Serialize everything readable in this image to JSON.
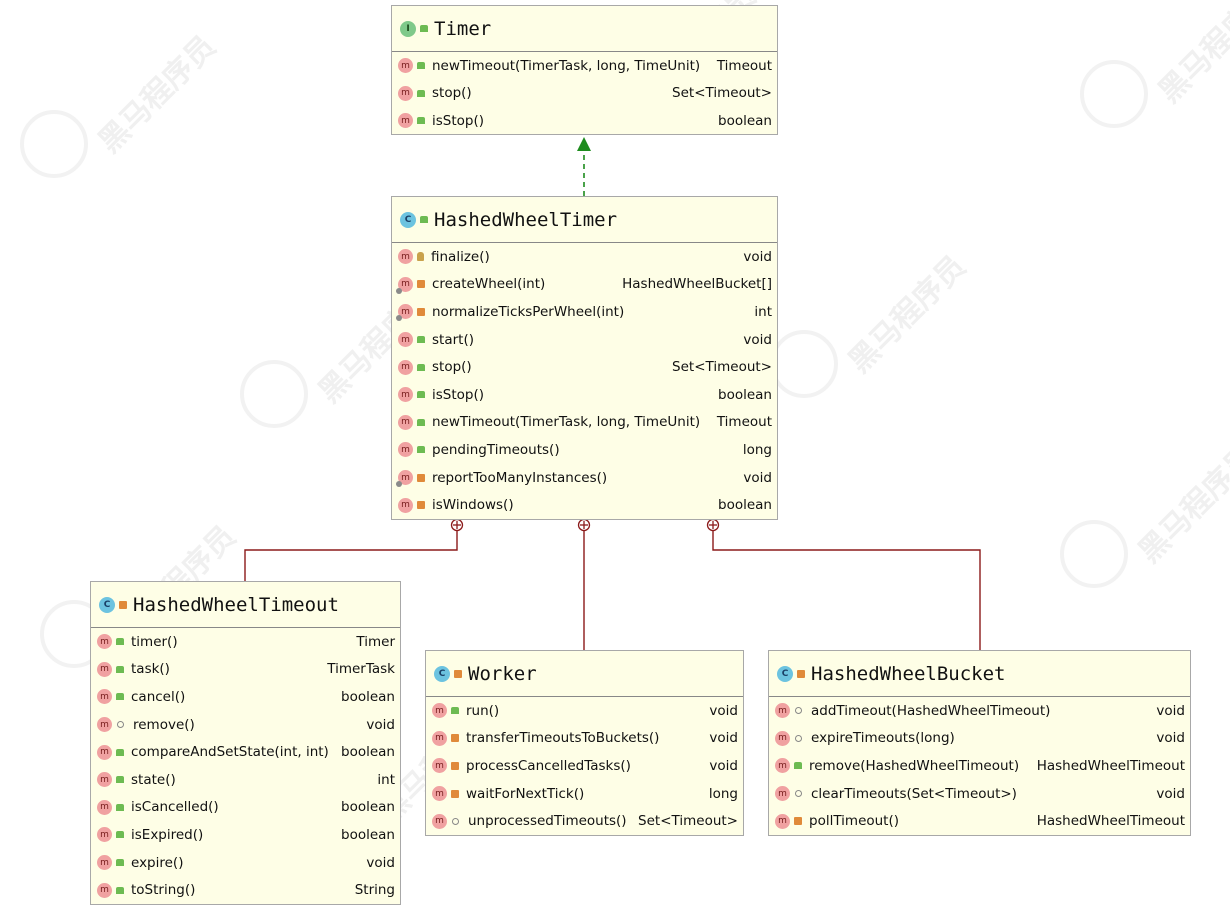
{
  "classes": {
    "timer": {
      "name": "Timer",
      "kind_icon": "interface-icon",
      "kind_letter": "I",
      "visibility": "public",
      "methods": [
        {
          "name": "newTimeout(TimerTask, long, TimeUnit)",
          "ret": "Timeout",
          "vis": "public",
          "abstract": false
        },
        {
          "name": "stop()",
          "ret": "Set<Timeout>",
          "vis": "public",
          "abstract": false
        },
        {
          "name": "isStop()",
          "ret": "boolean",
          "vis": "public",
          "abstract": false
        }
      ]
    },
    "hashed_wheel_timer": {
      "name": "HashedWheelTimer",
      "kind_icon": "class-icon",
      "kind_letter": "C",
      "visibility": "public",
      "methods": [
        {
          "name": "finalize()",
          "ret": "void",
          "vis": "protected",
          "abstract": false
        },
        {
          "name": "createWheel(int)",
          "ret": "HashedWheelBucket[]",
          "vis": "private",
          "abstract": true
        },
        {
          "name": "normalizeTicksPerWheel(int)",
          "ret": "int",
          "vis": "private",
          "abstract": true
        },
        {
          "name": "start()",
          "ret": "void",
          "vis": "public",
          "abstract": false
        },
        {
          "name": "stop()",
          "ret": "Set<Timeout>",
          "vis": "public",
          "abstract": false
        },
        {
          "name": "isStop()",
          "ret": "boolean",
          "vis": "public",
          "abstract": false
        },
        {
          "name": "newTimeout(TimerTask, long, TimeUnit)",
          "ret": "Timeout",
          "vis": "public",
          "abstract": false
        },
        {
          "name": "pendingTimeouts()",
          "ret": "long",
          "vis": "public",
          "abstract": false
        },
        {
          "name": "reportTooManyInstances()",
          "ret": "void",
          "vis": "private",
          "abstract": true
        },
        {
          "name": "isWindows()",
          "ret": "boolean",
          "vis": "private",
          "abstract": false
        }
      ]
    },
    "hashed_wheel_timeout": {
      "name": "HashedWheelTimeout",
      "kind_icon": "class-icon",
      "kind_letter": "C",
      "visibility": "private",
      "methods": [
        {
          "name": "timer()",
          "ret": "Timer",
          "vis": "public",
          "abstract": false
        },
        {
          "name": "task()",
          "ret": "TimerTask",
          "vis": "public",
          "abstract": false
        },
        {
          "name": "cancel()",
          "ret": "boolean",
          "vis": "public",
          "abstract": false
        },
        {
          "name": "remove()",
          "ret": "void",
          "vis": "package",
          "abstract": false
        },
        {
          "name": "compareAndSetState(int, int)",
          "ret": "boolean",
          "vis": "public",
          "abstract": false
        },
        {
          "name": "state()",
          "ret": "int",
          "vis": "public",
          "abstract": false
        },
        {
          "name": "isCancelled()",
          "ret": "boolean",
          "vis": "public",
          "abstract": false
        },
        {
          "name": "isExpired()",
          "ret": "boolean",
          "vis": "public",
          "abstract": false
        },
        {
          "name": "expire()",
          "ret": "void",
          "vis": "public",
          "abstract": false
        },
        {
          "name": "toString()",
          "ret": "String",
          "vis": "public",
          "abstract": false
        }
      ]
    },
    "worker": {
      "name": "Worker",
      "kind_icon": "class-icon",
      "kind_letter": "C",
      "visibility": "private",
      "methods": [
        {
          "name": "run()",
          "ret": "void",
          "vis": "public",
          "abstract": false
        },
        {
          "name": "transferTimeoutsToBuckets()",
          "ret": "void",
          "vis": "private",
          "abstract": false
        },
        {
          "name": "processCancelledTasks()",
          "ret": "void",
          "vis": "private",
          "abstract": false
        },
        {
          "name": "waitForNextTick()",
          "ret": "long",
          "vis": "private",
          "abstract": false
        },
        {
          "name": "unprocessedTimeouts()",
          "ret": "Set<Timeout>",
          "vis": "package",
          "abstract": false
        }
      ]
    },
    "hashed_wheel_bucket": {
      "name": "HashedWheelBucket",
      "kind_icon": "class-icon",
      "kind_letter": "C",
      "visibility": "private",
      "methods": [
        {
          "name": "addTimeout(HashedWheelTimeout)",
          "ret": "void",
          "vis": "package",
          "abstract": false
        },
        {
          "name": "expireTimeouts(long)",
          "ret": "void",
          "vis": "package",
          "abstract": false
        },
        {
          "name": "remove(HashedWheelTimeout)",
          "ret": "HashedWheelTimeout",
          "vis": "public",
          "abstract": false
        },
        {
          "name": "clearTimeouts(Set<Timeout>)",
          "ret": "void",
          "vis": "package",
          "abstract": false
        },
        {
          "name": "pollTimeout()",
          "ret": "HashedWheelTimeout",
          "vis": "private",
          "abstract": false
        }
      ]
    }
  },
  "relations": [
    {
      "type": "implements",
      "from": "hashed_wheel_timer",
      "to": "timer",
      "color": "#1e8c1e"
    },
    {
      "type": "inner-class",
      "from": "hashed_wheel_timeout",
      "to": "hashed_wheel_timer",
      "color": "#8b1a1a"
    },
    {
      "type": "inner-class",
      "from": "worker",
      "to": "hashed_wheel_timer",
      "color": "#8b1a1a"
    },
    {
      "type": "inner-class",
      "from": "hashed_wheel_bucket",
      "to": "hashed_wheel_timer",
      "color": "#8b1a1a"
    }
  ],
  "method_icon_letter": "m",
  "watermark": "黑马程序员"
}
